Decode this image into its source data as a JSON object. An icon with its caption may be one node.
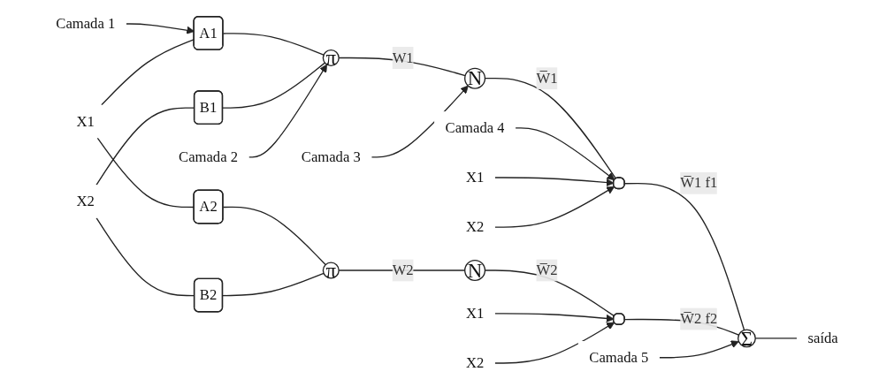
{
  "diagram": {
    "nodes": [
      {
        "text": [
          "Camada 1"
        ]
      },
      {
        "text": [
          "X1"
        ]
      },
      {
        "text": [
          "X2"
        ]
      },
      {
        "text": [
          "A1"
        ]
      },
      {
        "text": [
          "A2"
        ]
      },
      {
        "text": [
          "B1"
        ]
      },
      {
        "text": [
          "B2"
        ]
      },
      {
        "text": [
          "Camada 2"
        ]
      },
      {
        "text": [
          "π"
        ]
      },
      {
        "text": [
          "π"
        ]
      },
      {
        "text": [
          "Camada 3"
        ]
      },
      {
        "text": [
          "N"
        ]
      },
      {
        "text": [
          "N"
        ]
      },
      {
        "text": [
          "Camada 4"
        ]
      },
      {
        "text": [
          "X1"
        ]
      },
      {
        "text": [
          "X2"
        ]
      },
      {
        "text": [],
        "shape": "box"
      },
      {
        "text": [],
        "shape": "box"
      },
      {
        "text": [
          "X1"
        ]
      },
      {
        "text": [
          "X2"
        ]
      },
      {
        "text": [
          "Camada 5"
        ]
      },
      {
        "text": [
          "Σ"
        ]
      },
      {
        "text": [
          "saída"
        ]
      }
    ],
    "edges": [
      {
        "from": 0,
        "to": 3,
        "arrow": "to"
      },
      {
        "from": 1,
        "to": 3,
        "arrow": "none"
      },
      {
        "from": 1,
        "to": 4,
        "arrow": "none"
      },
      {
        "from": 2,
        "to": 5,
        "arrow": "none"
      },
      {
        "from": 2,
        "to": 6,
        "arrow": "none"
      },
      {
        "from": 3,
        "to": 8,
        "arrow": "none"
      },
      {
        "from": 5,
        "to": 8,
        "arrow": "none"
      },
      {
        "from": 4,
        "to": 9,
        "arrow": "none"
      },
      {
        "from": 6,
        "to": 9,
        "arrow": "none"
      },
      {
        "from": 7,
        "to": 8,
        "arrow": "to"
      },
      {
        "from": 8,
        "to": 11,
        "arrow": "none",
        "label": "W1"
      },
      {
        "from": 9,
        "to": 12,
        "arrow": "none",
        "label": "W2"
      },
      {
        "from": 10,
        "to": 11,
        "arrow": "to"
      },
      {
        "from": 11,
        "to": 16,
        "arrow": "none",
        "label": "W̅1"
      },
      {
        "from": 12,
        "to": 17,
        "arrow": "none",
        "label": "W̅2"
      },
      {
        "from": 13,
        "to": 16,
        "arrow": "to"
      },
      {
        "from": 14,
        "to": 16,
        "arrow": "to"
      },
      {
        "from": 15,
        "to": 16,
        "arrow": "to"
      },
      {
        "from": 18,
        "to": 17,
        "arrow": "to"
      },
      {
        "from": 19,
        "to": 17,
        "arrow": "to"
      },
      {
        "from": 16,
        "to": 21,
        "arrow": "none",
        "label": "W̅1 f1"
      },
      {
        "from": 17,
        "to": 21,
        "arrow": "none",
        "label": "W̅2 f2"
      },
      {
        "from": 20,
        "to": 21,
        "arrow": "to"
      },
      {
        "from": 21,
        "to": 22,
        "arrow": "none"
      }
    ]
  }
}
